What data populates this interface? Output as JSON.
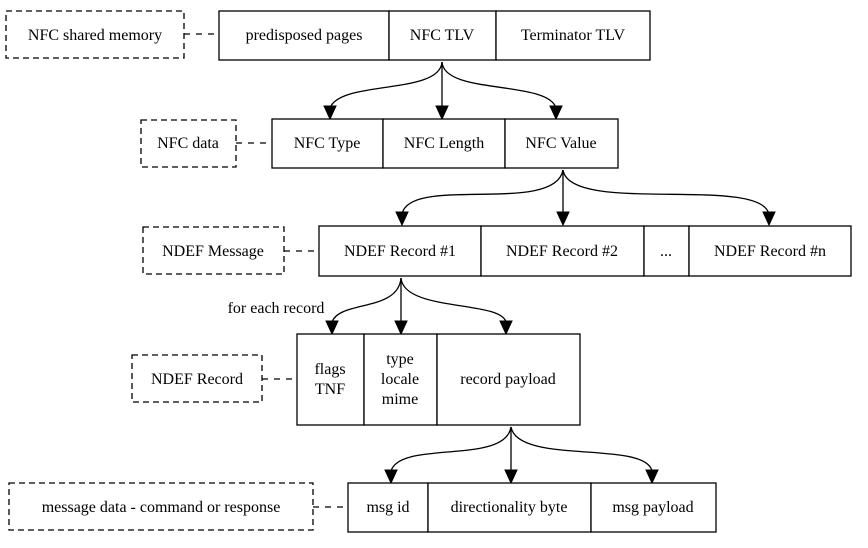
{
  "rows": [
    {
      "label": "NFC shared memory",
      "cells": [
        "predisposed pages",
        "NFC TLV",
        "Terminator TLV"
      ]
    },
    {
      "label": "NFC data",
      "cells": [
        "NFC Type",
        "NFC Length",
        "NFC Value"
      ]
    },
    {
      "label": "NDEF Message",
      "cells": [
        "NDEF Record #1",
        "NDEF Record #2",
        "...",
        "NDEF Record #n"
      ]
    },
    {
      "label": "NDEF Record",
      "cells": [
        [
          "flags",
          "TNF"
        ],
        [
          "type",
          "locale",
          "mime"
        ],
        "record payload"
      ]
    },
    {
      "label": "message data - command or response",
      "cells": [
        "msg id",
        "directionality byte",
        "msg payload"
      ]
    }
  ],
  "edge_label": "for each record"
}
